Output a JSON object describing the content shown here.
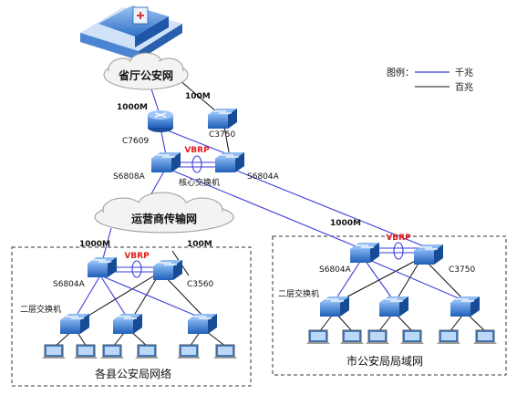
{
  "cloud_provincial": "省厅公安网",
  "cloud_carrier": "运营商传输网",
  "legend": {
    "title": "图例：",
    "gigabit": "千兆",
    "hundred_m": "百兆",
    "color_gigabit": "#3a3fd8",
    "color_hundred": "#111111"
  },
  "speeds": {
    "provincial_left": "1000M",
    "provincial_right": "100M",
    "county_left": "1000M",
    "county_right": "100M",
    "city_uplink": "1000M"
  },
  "core": {
    "c7609": "C7609",
    "c3750": "C3750",
    "s6808a": "S6808A",
    "s6804a": "S6804A",
    "vbrp": "VBRP",
    "core_switch": "核心交换机"
  },
  "county": {
    "s6804a": "S6804A",
    "c3560": "C3560",
    "vbrp": "VBRP",
    "layer2": "二层交换机",
    "title": "各县公安局网络"
  },
  "city": {
    "s6804a": "S6804A",
    "c3750": "C3750",
    "vbrp": "VBRP",
    "layer2": "二层交换机",
    "title": "市公安局局域网"
  },
  "icons": [
    "building-icon",
    "router-icon",
    "switch-icon",
    "laptop-icon",
    "cloud-icon"
  ]
}
